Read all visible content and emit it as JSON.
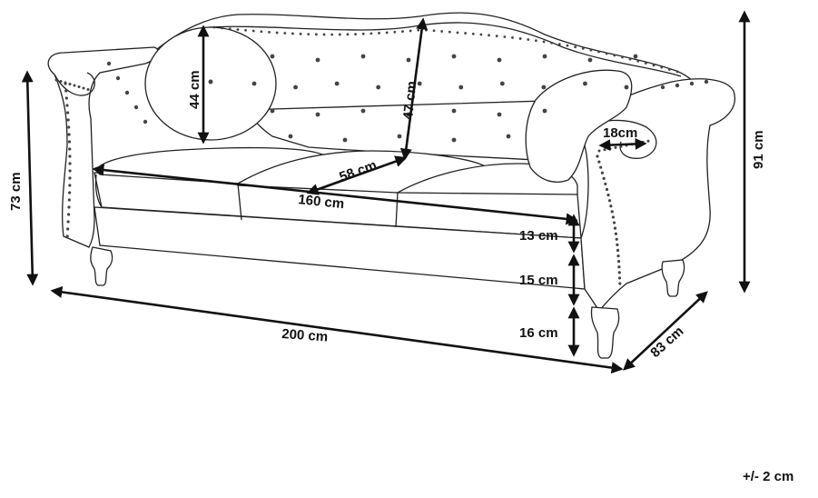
{
  "dimensions": {
    "pillow_height": "44 cm",
    "back_height": "47 cm",
    "seat_depth": "58 cm",
    "seat_width": "160 cm",
    "arm_width": "18cm",
    "arm_height": "73 cm",
    "total_height": "91 cm",
    "cushion_height": "13 cm",
    "base_height": "15 cm",
    "leg_height": "16 cm",
    "total_width": "200 cm",
    "total_depth": "83 cm"
  },
  "tolerance": "+/- 2 cm",
  "colors": {
    "line": "#222222",
    "arrow": "#111111",
    "background": "#ffffff"
  }
}
